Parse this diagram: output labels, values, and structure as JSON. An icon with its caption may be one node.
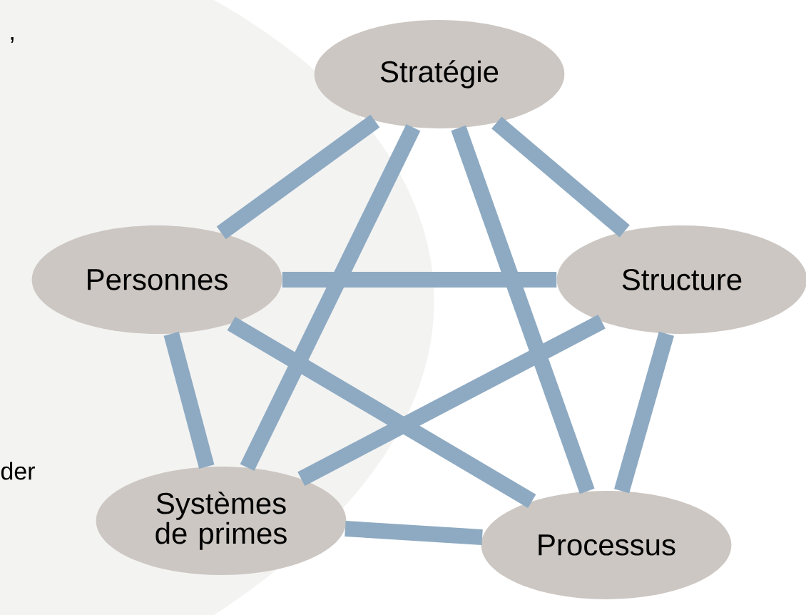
{
  "diagram": {
    "nodes": [
      {
        "text": [
          "Stratégie"
        ]
      },
      {
        "text": [
          "Personnes"
        ]
      },
      {
        "text": [
          "Structure"
        ]
      },
      {
        "text": [
          "Systèmes de primes"
        ]
      },
      {
        "text": [
          "Processus"
        ]
      }
    ],
    "edges": [
      {
        "from": 0,
        "to": 1,
        "arrow": "none"
      },
      {
        "from": 0,
        "to": 2,
        "arrow": "none"
      },
      {
        "from": 0,
        "to": 3,
        "arrow": "none"
      },
      {
        "from": 0,
        "to": 4,
        "arrow": "none"
      },
      {
        "from": 1,
        "to": 2,
        "arrow": "none"
      },
      {
        "from": 1,
        "to": 3,
        "arrow": "none"
      },
      {
        "from": 1,
        "to": 4,
        "arrow": "none"
      },
      {
        "from": 2,
        "to": 3,
        "arrow": "none"
      },
      {
        "from": 2,
        "to": 4,
        "arrow": "none"
      },
      {
        "from": 3,
        "to": 4,
        "arrow": "none"
      }
    ],
    "labels": [
      ",",
      "der"
    ]
  }
}
